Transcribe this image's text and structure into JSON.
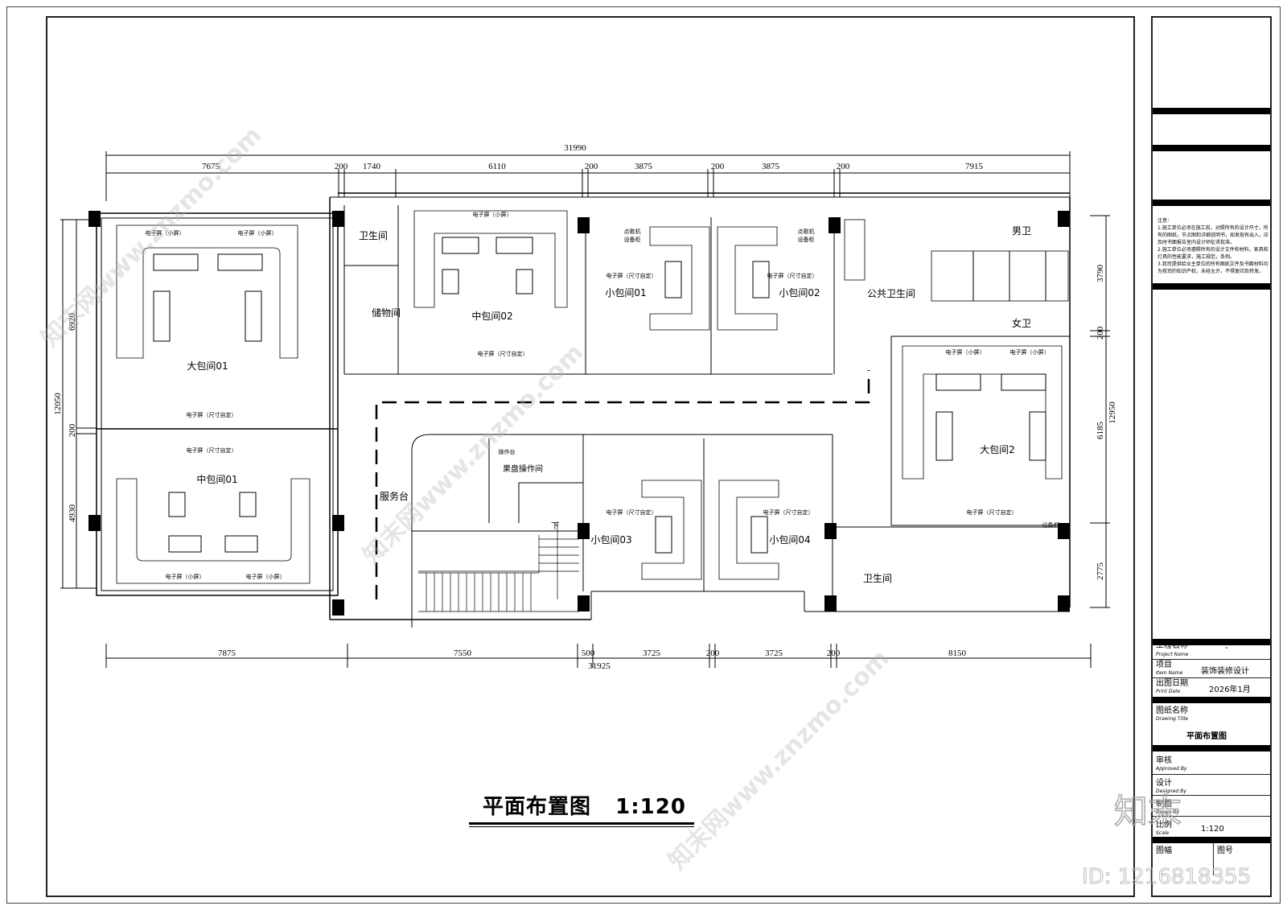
{
  "drawing": {
    "title": "平面布置图",
    "scale": "1:120"
  },
  "dimensions": {
    "top_total": "31990",
    "top": [
      "7675",
      "200",
      "1740",
      "6110",
      "200",
      "3875",
      "200",
      "3875",
      "200",
      "7915"
    ],
    "bottom_total": "31925",
    "bottom": [
      "7875",
      "7550",
      "500",
      "3725",
      "200",
      "3725",
      "200",
      "8150"
    ],
    "left_total": "12050",
    "left": [
      "6920",
      "200",
      "4930"
    ],
    "right_total": "12950",
    "right": [
      "3790",
      "200",
      "6185",
      "2775"
    ]
  },
  "rooms": {
    "large_room_01": "大包间01",
    "medium_room_01": "中包间01",
    "medium_room_02": "中包间02",
    "small_room_01": "小包间01",
    "small_room_02": "小包间02",
    "small_room_03": "小包间03",
    "small_room_04": "小包间04",
    "large_room_2": "大包间2",
    "storage": "储物间",
    "restroom_1": "卫生间",
    "restroom_2": "卫生间",
    "public_restroom": "公共卫生间",
    "mens": "男卫",
    "womens": "女卫",
    "service_desk": "服务台",
    "fruit_prep": "果盘操作间",
    "stair_down": "下"
  },
  "labels": {
    "screen_custom": "电子屏（尺寸自定）",
    "screen_small": "电子屏（小屏）",
    "karaoke_machine": "点歌机",
    "equipment_cabinet": "设备柜",
    "counter": "操作台"
  },
  "title_block": {
    "notes_title": "注意：",
    "notes": [
      "1.施工单位必须在施工前，对照所有的设计尺寸，所有的图纸，节点图和详细说明书，如发现有出入，应及时书面报告室内设计师征求批准。",
      "2.施工单位必须遵照所有的设计文件和材料，家具和灯具的性能要求，施工规范，条例。",
      "3.我司提供给业主单位的所有图纸文件及书面材料均为我司的知识产权，未经允许，不得复印及转发。"
    ],
    "project_name_label": "工程名称",
    "project_name_label_en": "Project Name",
    "project_name_value": "-",
    "item_label": "项目",
    "item_label_en": "Item Name",
    "item_value": "装饰装修设计",
    "print_date_label": "出图日期",
    "print_date_label_en": "Print Date",
    "print_date_value": "2026年1月",
    "drawing_name_label": "图纸名称",
    "drawing_name_label_en": "Drawing Title",
    "drawing_name_value": "平面布置图",
    "approved_label": "审核",
    "approved_label_en": "Approved By",
    "designed_label": "设计",
    "designed_label_en": "Designed By",
    "drawn_label": "制图",
    "drawn_label_en": "Drawn By",
    "scale_label": "比例",
    "scale_label_en": "Scale",
    "scale_value": "1:120",
    "sheet_type_label": "图幅",
    "sheet_number_label": "图号"
  },
  "watermark": {
    "site": "知末网www.znzmo.com",
    "brand": "知末",
    "id": "ID: 1216818355"
  }
}
